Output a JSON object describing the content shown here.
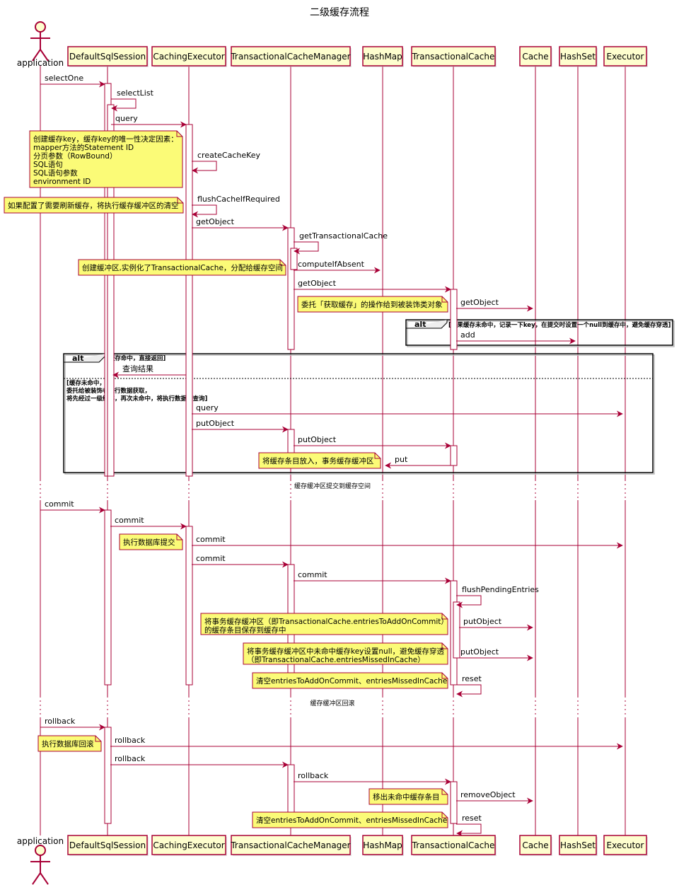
{
  "title": "二级缓存流程",
  "colors": {
    "line": "#a80036",
    "participant_fill": "#fefece",
    "note_fill": "#fbfb77",
    "frame": "#000000"
  },
  "participants": [
    {
      "id": "app",
      "label": "application",
      "kind": "actor"
    },
    {
      "id": "session",
      "label": "DefaultSqlSession",
      "kind": "participant"
    },
    {
      "id": "executor",
      "label": "CachingExecutor",
      "kind": "participant"
    },
    {
      "id": "tcm",
      "label": "TransactionalCacheManager",
      "kind": "participant"
    },
    {
      "id": "hashmap",
      "label": "HashMap",
      "kind": "participant"
    },
    {
      "id": "tcache",
      "label": "TransactionalCache",
      "kind": "participant"
    },
    {
      "id": "cache",
      "label": "Cache",
      "kind": "participant"
    },
    {
      "id": "hashset",
      "label": "HashSet",
      "kind": "participant"
    },
    {
      "id": "exec2",
      "label": "Executor",
      "kind": "participant"
    }
  ],
  "messages": [
    {
      "from": "app",
      "to": "session",
      "label": "selectOne"
    },
    {
      "from": "session",
      "to": "session",
      "label": "selectList"
    },
    {
      "from": "session",
      "to": "executor",
      "label": "query"
    },
    {
      "from": "executor",
      "to": "executor",
      "label": "createCacheKey"
    },
    {
      "from": "executor",
      "to": "executor",
      "label": "flushCacheIfRequired"
    },
    {
      "from": "executor",
      "to": "tcm",
      "label": "getObject"
    },
    {
      "from": "tcm",
      "to": "tcm",
      "label": "getTransactionalCache"
    },
    {
      "from": "tcm",
      "to": "hashmap",
      "label": "computeIfAbsent"
    },
    {
      "from": "tcm",
      "to": "tcache",
      "label": "getObject"
    },
    {
      "from": "tcache",
      "to": "cache",
      "label": "getObject"
    },
    {
      "from": "tcache",
      "to": "hashset",
      "label": "add"
    },
    {
      "from": "executor",
      "to": "session",
      "label": "查询结果"
    },
    {
      "from": "executor",
      "to": "exec2",
      "label": "query"
    },
    {
      "from": "executor",
      "to": "tcm",
      "label": "putObject"
    },
    {
      "from": "tcm",
      "to": "tcache",
      "label": "putObject"
    },
    {
      "from": "tcache",
      "to": "hashmap",
      "label": "put"
    },
    {
      "from": "app",
      "to": "session",
      "label": "commit"
    },
    {
      "from": "session",
      "to": "executor",
      "label": "commit"
    },
    {
      "from": "executor",
      "to": "exec2",
      "label": "commit"
    },
    {
      "from": "executor",
      "to": "tcm",
      "label": "commit"
    },
    {
      "from": "tcm",
      "to": "tcache",
      "label": "commit"
    },
    {
      "from": "tcache",
      "to": "tcache",
      "label": "flushPendingEntries"
    },
    {
      "from": "tcache",
      "to": "cache",
      "label": "putObject"
    },
    {
      "from": "tcache",
      "to": "cache",
      "label": "putObject"
    },
    {
      "from": "tcache",
      "to": "tcache",
      "label": "reset"
    },
    {
      "from": "app",
      "to": "session",
      "label": "rollback"
    },
    {
      "from": "session",
      "to": "exec2",
      "label": "rollback"
    },
    {
      "from": "session",
      "to": "tcm",
      "label": "rollback"
    },
    {
      "from": "tcm",
      "to": "tcache",
      "label": "rollback"
    },
    {
      "from": "tcache",
      "to": "cache",
      "label": "removeObject"
    },
    {
      "from": "tcache",
      "to": "tcache",
      "label": "reset"
    }
  ],
  "notes": [
    {
      "lines": [
        "创建缓存key，缓存key的唯一性决定因素：",
        "mapper方法的Statement ID",
        "分页参数（RowBound）",
        "SQL语句",
        "SQL语句参数",
        "environment ID"
      ]
    },
    {
      "lines": [
        "如果配置了需要刷新缓存，将执行缓存缓冲区的清空"
      ]
    },
    {
      "lines": [
        "创建缓冲区,实例化了TransactionalCache，分配给缓存空间"
      ]
    },
    {
      "lines": [
        "委托「获取缓存」的操作给到被装饰类对象"
      ]
    },
    {
      "lines": [
        "将缓存条目放入，事务缓存缓冲区"
      ]
    },
    {
      "lines": [
        "执行数据库提交"
      ]
    },
    {
      "lines": [
        "将事务缓存缓冲区（即TransactionalCache.entriesToAddOnCommit）",
        "的缓存条目保存到缓存中"
      ]
    },
    {
      "lines": [
        "将事务缓存缓冲区中未命中缓存key设置null，避免缓存穿透",
        "（即TransactionalCache.entriesMissedInCache）"
      ]
    },
    {
      "lines": [
        "清空entriesToAddOnCommit、entriesMissedInCache"
      ]
    },
    {
      "lines": [
        "执行数据库回滚"
      ]
    },
    {
      "lines": [
        "移出未命中缓存条目"
      ]
    },
    {
      "lines": [
        "清空entriesToAddOnCommit、entriesMissedInCache"
      ]
    }
  ],
  "frames": [
    {
      "keyword": "alt",
      "guards": [
        "[如果缓存未命中，记录一下key，在提交时设置一个null到缓存中，避免缓存穿透]"
      ]
    },
    {
      "keyword": "alt",
      "guards": [
        "[缓存命中，直接返回]",
        "[缓存未命中，\n委托给被装饰者进行数据获取，\n将先经过一级缓存，再次未命中，将执行数据库查询]"
      ]
    }
  ],
  "dividers": [
    {
      "label": "缓存缓冲区提交到缓存空间"
    },
    {
      "label": "缓存缓冲区回滚"
    }
  ]
}
